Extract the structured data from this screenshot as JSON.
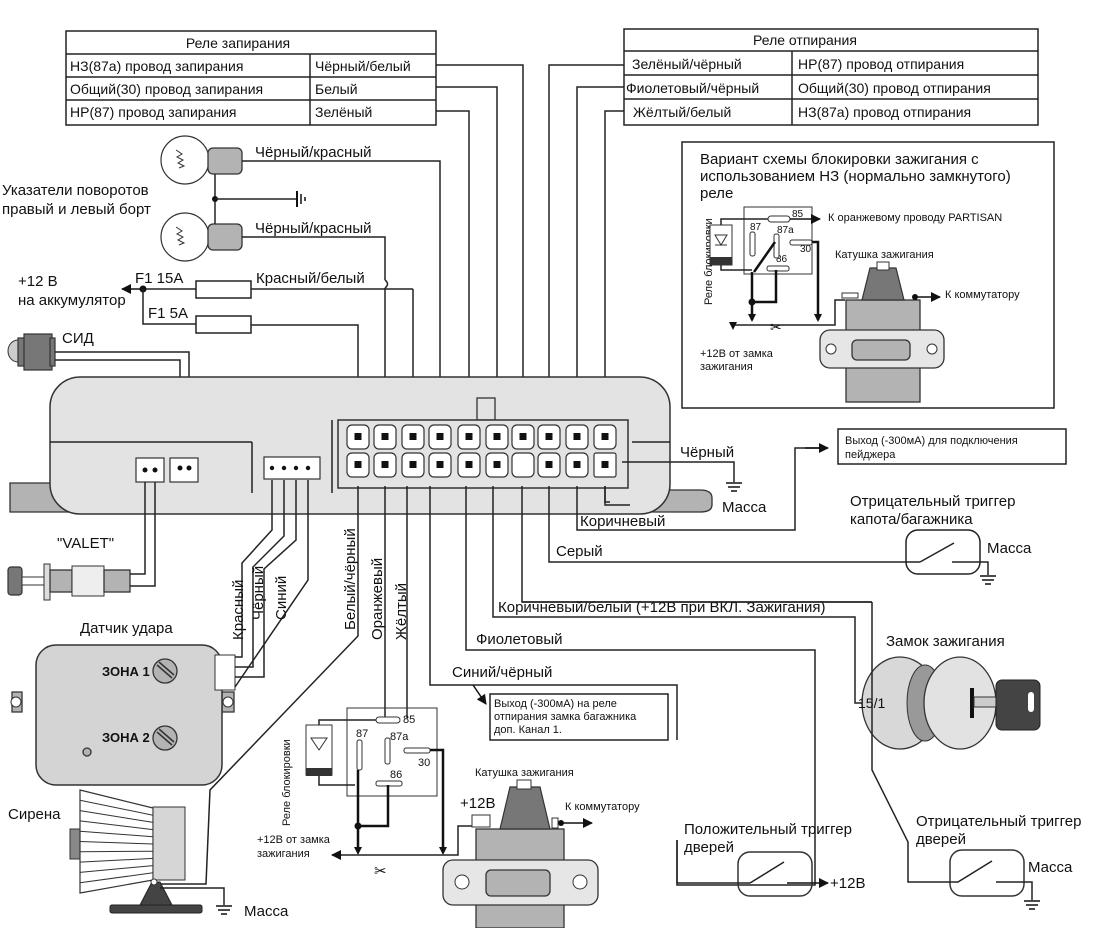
{
  "lock_relay": {
    "title": "Реле запирания",
    "rows": [
      {
        "function": "НЗ(87а) провод запирания",
        "color": "Чёрный/белый"
      },
      {
        "function": "Общий(30) провод запирания",
        "color": "Белый"
      },
      {
        "function": "НР(87) провод запирания",
        "color": "Зелёный"
      }
    ]
  },
  "unlock_relay": {
    "title": "Реле отпирания",
    "rows": [
      {
        "color": "Зелёный/чёрный",
        "function": "НР(87) провод отпирания"
      },
      {
        "color": "Фиолетовый/чёрный",
        "function": "Общий(30) провод отпирания"
      },
      {
        "color": "Жёлтый/белый",
        "function": "НЗ(87а) провод отпирания"
      }
    ]
  },
  "nc_variant": {
    "title_lines": [
      "Вариант схемы блокировки  зажигания с",
      "использованием НЗ (нормально замкнутого)",
      "реле"
    ],
    "relay_label": "Реле блокировки",
    "pins": [
      "85",
      "87",
      "87a",
      "30",
      "86"
    ],
    "to_orange": "К оранжевому проводу PARTISAN",
    "coil_label": "Катушка зажигания",
    "to_commutator": "К коммутатору",
    "ignition_lines": [
      "+12В от замка",
      "зажигания"
    ]
  },
  "turn_signals": {
    "label_lines": [
      "Указатели  поворотов",
      "правый и  левый борт"
    ],
    "wire_top": "Чёрный/красный",
    "wire_bottom": "Чёрный/красный"
  },
  "power": {
    "battery_lines": [
      "+12 В",
      "на аккумулятор"
    ],
    "fuse1": "F1  15A",
    "fuse2": "F1  5A",
    "wire": "Красный/белый"
  },
  "led": {
    "label": "СИД"
  },
  "valet": {
    "label": "\"VALET\""
  },
  "shock_sensor": {
    "label": "Датчик удара",
    "zone1": "ЗОНА 1",
    "zone2": "ЗОНА 2",
    "wires": [
      "Красный",
      "Чёрный",
      "Синий"
    ]
  },
  "main_wires": {
    "white_black": "Белый/чёрный",
    "orange": "Оранжевый",
    "yellow": "Жёлтый",
    "black": "Чёрный",
    "ground": "Масса",
    "brown": "Коричневый",
    "gray": "Серый",
    "brown_white": "Коричневый/белый (+12В при  ВКЛ. Зажигания)",
    "violet": "Фиолетовый",
    "blue_black": "Синий/чёрный"
  },
  "pager_output": {
    "lines": [
      "Выход (-300мА) для подключения",
      "пейджера"
    ]
  },
  "hood_trigger": {
    "lines": [
      "Отрицательный триггер",
      "капота/багажника"
    ],
    "ground": "Масса"
  },
  "ignition_switch": {
    "label": "Замок зажигания",
    "terminal": "15/1"
  },
  "trunk_output": {
    "lines": [
      "Выход (-300мА) на реле",
      "отпирания замка багажника",
      "доп. Канал 1."
    ]
  },
  "nc_bottom": {
    "relay_label": "Реле блокировки",
    "pins": [
      "85",
      "87",
      "87a",
      "30",
      "86"
    ],
    "coil_label": "Катушка зажигания",
    "plus12": "+12В",
    "to_commutator": "К коммутатору",
    "ignition_lines": [
      "+12В от замка",
      "зажигания"
    ]
  },
  "siren": {
    "label": "Сирена",
    "ground": "Масса"
  },
  "pos_door_trigger": {
    "lines": [
      "Положительный триггер",
      "дверей"
    ],
    "plus12": "+12В"
  },
  "neg_door_trigger": {
    "lines": [
      "Отрицательный триггер",
      "дверей"
    ],
    "ground": "Масса"
  }
}
